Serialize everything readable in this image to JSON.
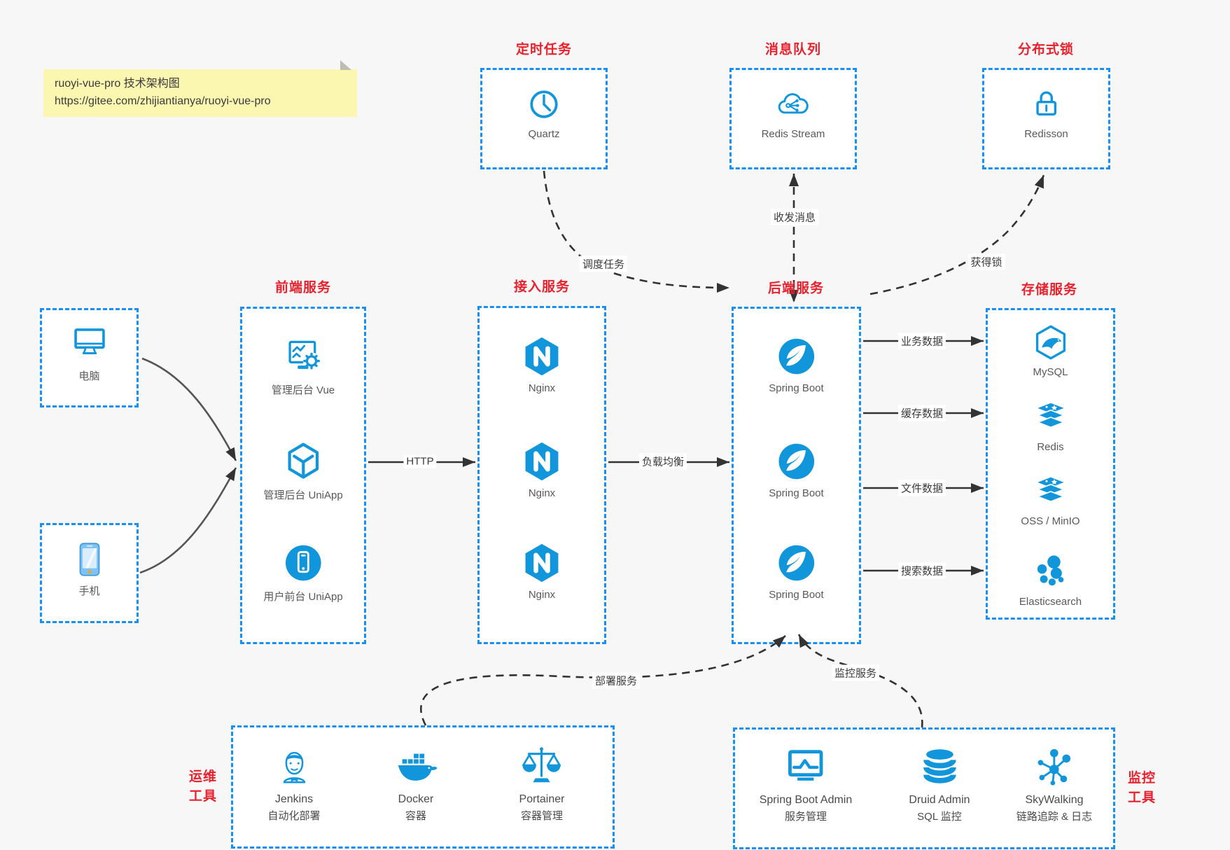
{
  "note": {
    "line1": "ruoyi-vue-pro 技术架构图",
    "line2": "https://gitee.com/zhijiantianya/ruoyi-vue-pro"
  },
  "colors": {
    "box_border_blue": "#1790f5",
    "icon_blue": "#1296db",
    "title_red": "#e8222d",
    "connector_dark": "#3a3a3a",
    "note_yellow": "#fbf6b0"
  },
  "sections": {
    "scheduled": {
      "title": "定时任务",
      "items": [
        {
          "label": "Quartz",
          "icon": "clock-icon"
        }
      ]
    },
    "mq": {
      "title": "消息队列",
      "items": [
        {
          "label": "Redis Stream",
          "icon": "cloud-network-icon"
        }
      ]
    },
    "lock": {
      "title": "分布式锁",
      "items": [
        {
          "label": "Redisson",
          "icon": "lock-icon"
        }
      ]
    },
    "clients": {
      "items": [
        {
          "label": "电脑",
          "icon": "desktop-icon"
        },
        {
          "label": "手机",
          "icon": "smartphone-icon"
        }
      ]
    },
    "frontend": {
      "title": "前端服务",
      "items": [
        {
          "label": "管理后台 Vue",
          "icon": "admin-dashboard-icon"
        },
        {
          "label": "管理后台 UniApp",
          "icon": "uniapp-cube-icon"
        },
        {
          "label": "用户前台 UniApp",
          "icon": "user-app-icon"
        }
      ]
    },
    "access": {
      "title": "接入服务",
      "items": [
        {
          "label": "Nginx",
          "icon": "nginx-icon"
        },
        {
          "label": "Nginx",
          "icon": "nginx-icon"
        },
        {
          "label": "Nginx",
          "icon": "nginx-icon"
        }
      ]
    },
    "backend": {
      "title": "后端服务",
      "items": [
        {
          "label": "Spring Boot",
          "icon": "spring-icon"
        },
        {
          "label": "Spring Boot",
          "icon": "spring-icon"
        },
        {
          "label": "Spring Boot",
          "icon": "spring-icon"
        }
      ]
    },
    "storage": {
      "title": "存储服务",
      "items": [
        {
          "label": "MySQL",
          "icon": "mysql-icon"
        },
        {
          "label": "Redis",
          "icon": "redis-stack-icon"
        },
        {
          "label": "OSS / MinIO",
          "icon": "storage-stack-icon"
        },
        {
          "label": "Elasticsearch",
          "icon": "elasticsearch-icon"
        }
      ]
    },
    "ops": {
      "title_line1": "运维",
      "title_line2": "工具",
      "items": [
        {
          "name": "Jenkins",
          "desc": "自动化部署",
          "icon": "jenkins-icon"
        },
        {
          "name": "Docker",
          "desc": "容器",
          "icon": "docker-icon"
        },
        {
          "name": "Portainer",
          "desc": "容器管理",
          "icon": "portainer-icon"
        }
      ]
    },
    "monitoring": {
      "title_line1": "监控",
      "title_line2": "工具",
      "items": [
        {
          "name": "Spring Boot Admin",
          "desc": "服务管理",
          "icon": "monitor-chart-icon"
        },
        {
          "name": "Druid Admin",
          "desc": "SQL 监控",
          "icon": "database-icon"
        },
        {
          "name": "SkyWalking",
          "desc": "链路追踪 & 日志",
          "icon": "node-graph-icon"
        }
      ]
    }
  },
  "edges": {
    "http": "HTTP",
    "load_balance": "负载均衡",
    "biz_data": "业务数据",
    "cache_data": "缓存数据",
    "file_data": "文件数据",
    "search_data": "搜索数据",
    "schedule_task": "调度任务",
    "send_receive_msg": "收发消息",
    "acquire_lock": "获得锁",
    "deploy_service": "部署服务",
    "monitor_service": "监控服务"
  }
}
